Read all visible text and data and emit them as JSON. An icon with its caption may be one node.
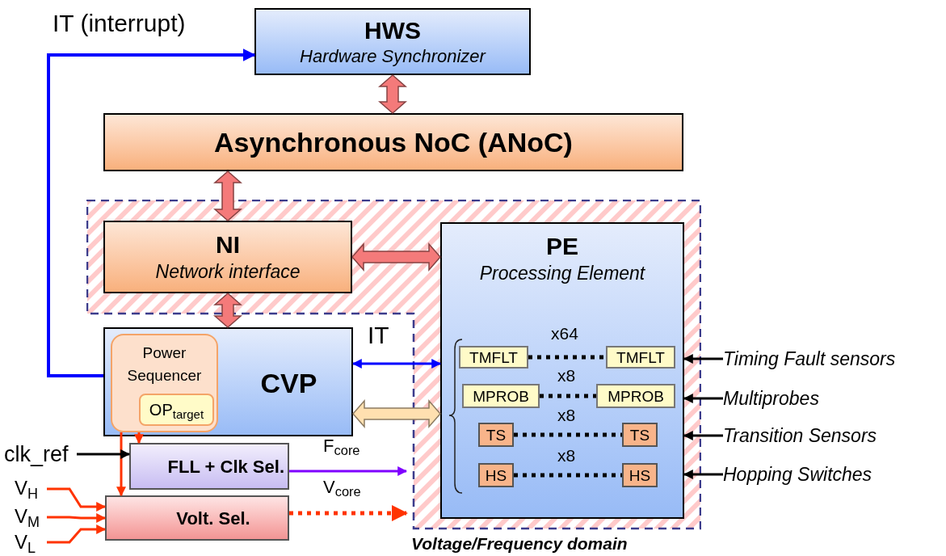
{
  "diagram": {
    "nodes": [
      {
        "text": [
          "HWS",
          "Hardware Synchronizer"
        ]
      },
      {
        "text": [
          "Asynchronous NoC (ANoC)"
        ]
      },
      {
        "text": [
          "Voltage/Frequency domain"
        ]
      },
      {
        "text": [
          "NI",
          "Network interface"
        ],
        "in": 2
      },
      {
        "text": [
          "PE",
          "Processing Element"
        ],
        "in": 2
      },
      {
        "text": [
          "CVP"
        ]
      },
      {
        "text": [
          "Power Sequencer"
        ],
        "in": 5
      },
      {
        "text": [
          "OP$_{target}$"
        ],
        "in": 6
      },
      {
        "text": [
          "FLL + Clk Sel."
        ]
      },
      {
        "text": [
          "Volt. Sel."
        ]
      },
      {
        "text": [
          "TMFLT"
        ],
        "in": 4
      },
      {
        "text": [
          "TMFLT"
        ],
        "in": 4
      },
      {
        "text": [
          "MPROB"
        ],
        "in": 4
      },
      {
        "text": [
          "MPROB"
        ],
        "in": 4
      },
      {
        "text": [
          "TS"
        ],
        "in": 4
      },
      {
        "text": [
          "TS"
        ],
        "in": 4
      },
      {
        "text": [
          "HS"
        ],
        "in": 4
      },
      {
        "text": [
          "HS"
        ],
        "in": 4
      },
      {
        "text": [
          "Timing Fault sensors"
        ]
      },
      {
        "text": [
          "Multiprobes"
        ]
      },
      {
        "text": [
          "Transition Sensors"
        ]
      },
      {
        "text": [
          "Hopping Switches"
        ]
      },
      {
        "text": [
          "clk_ref"
        ]
      },
      {
        "text": [
          "V$_{H}$"
        ]
      },
      {
        "text": [
          "V$_{M}$"
        ]
      },
      {
        "text": [
          "V$_{L}$"
        ]
      }
    ],
    "edges": [
      {
        "from": 0,
        "to": 1,
        "arrow": "both",
        "style": "thick",
        "color": "#f47a7a"
      },
      {
        "from": 1,
        "to": 3,
        "arrow": "both",
        "style": "thick",
        "color": "#f47a7a"
      },
      {
        "from": 3,
        "to": 4,
        "arrow": "both",
        "style": "thick",
        "color": "#f47a7a"
      },
      {
        "from": 3,
        "to": 5,
        "arrow": "both",
        "style": "thick",
        "color": "#f47a7a"
      },
      {
        "from": 5,
        "to": 0,
        "arrow": "to",
        "label": "IT (interrupt)",
        "color": "#0000ff"
      },
      {
        "from": 5,
        "to": 4,
        "arrow": "both",
        "label": "IT",
        "color": "#0000ff"
      },
      {
        "from": 5,
        "to": 4,
        "arrow": "both",
        "style": "thick",
        "color": "#ffe0b0"
      },
      {
        "from": 6,
        "to": 8,
        "arrow": "to",
        "color": "#ff3300"
      },
      {
        "from": 6,
        "to": 9,
        "arrow": "to",
        "color": "#ff3300"
      },
      {
        "from": 22,
        "to": 8,
        "arrow": "to"
      },
      {
        "from": 23,
        "to": 9,
        "arrow": "to",
        "color": "#ff3300"
      },
      {
        "from": 24,
        "to": 9,
        "arrow": "to",
        "color": "#ff3300"
      },
      {
        "from": 25,
        "to": 9,
        "arrow": "to",
        "color": "#ff3300"
      },
      {
        "from": 8,
        "to": 2,
        "arrow": "to",
        "label": "F$_{core}$",
        "color": "#7f00ff"
      },
      {
        "from": 9,
        "to": 2,
        "arrow": "to",
        "label": "V$_{core}$",
        "style": "dashed",
        "color": "#ff3300"
      },
      {
        "from": 10,
        "to": 11,
        "arrow": "none",
        "label": "x64",
        "style": "dashed"
      },
      {
        "from": 12,
        "to": 13,
        "arrow": "none",
        "label": "x8",
        "style": "dashed"
      },
      {
        "from": 14,
        "to": 15,
        "arrow": "none",
        "label": "x8",
        "style": "dashed"
      },
      {
        "from": 16,
        "to": 17,
        "arrow": "none",
        "label": "x8",
        "style": "dashed"
      },
      {
        "from": 18,
        "to": 4,
        "arrow": "to"
      },
      {
        "from": 19,
        "to": 4,
        "arrow": "to"
      },
      {
        "from": 20,
        "to": 4,
        "arrow": "to"
      },
      {
        "from": 21,
        "to": 4,
        "arrow": "to"
      }
    ]
  }
}
